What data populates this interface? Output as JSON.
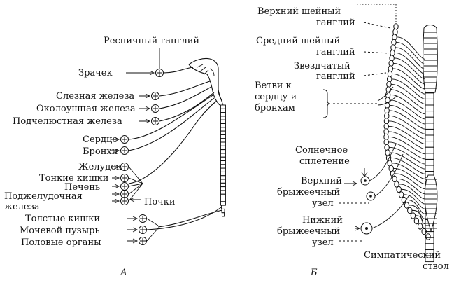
{
  "panel_a": {
    "caption": "А",
    "ganglion_label": "Ресничный ганглий",
    "pupil": "Зрачек",
    "glands": [
      "Слезная железа",
      "Околоушная железа",
      "Подчелюстная железа"
    ],
    "heart": "Сердце",
    "bronchi": "Бронхи",
    "abdominal": [
      "Желудок",
      "Тонкие кишки",
      "Печень",
      "Поджелудочная",
      "железа"
    ],
    "kidneys": "Почки",
    "pelvic": [
      "Толстые кишки",
      "Мочевой пузырь",
      "Половые органы"
    ]
  },
  "panel_b": {
    "caption": "Б",
    "superior_cervical": [
      "Верхний шейный",
      "ганглий"
    ],
    "middle_cervical": [
      "Средний шейный",
      "ганглий"
    ],
    "stellate": [
      "Звездчатый",
      "ганглий"
    ],
    "heart_branches": [
      "Ветви к",
      "сердцу и",
      "бронхам"
    ],
    "solar_plexus": [
      "Солнечное",
      "сплетение"
    ],
    "superior_mesenteric": [
      "Верхний",
      "брыжеечный",
      "узел"
    ],
    "inferior_mesenteric": [
      "Нижний",
      "брыжеечный",
      "узел"
    ],
    "trunk": [
      "Симпатический",
      "ствол"
    ]
  }
}
